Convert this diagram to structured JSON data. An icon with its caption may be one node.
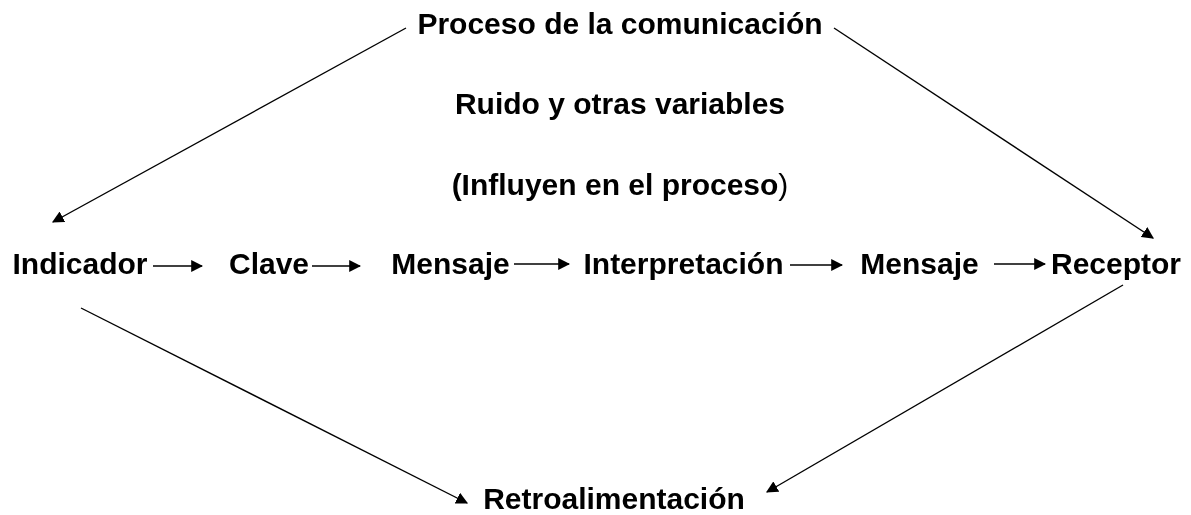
{
  "diagram": {
    "nodes": [
      {
        "text": [
          "Proceso de la comunicación"
        ]
      },
      {
        "text": [
          "Indicador"
        ]
      },
      {
        "text": [
          "Clave"
        ]
      },
      {
        "text": [
          "Mensaje"
        ]
      },
      {
        "text": [
          "Interpretación"
        ]
      },
      {
        "text": [
          "Mensaje"
        ]
      },
      {
        "text": [
          "Receptor"
        ]
      },
      {
        "text": [
          "Retroalimentación"
        ]
      }
    ],
    "edges": [
      {
        "from": 0,
        "to": 1,
        "arrow": "to"
      },
      {
        "from": 0,
        "to": 6,
        "arrow": "to"
      },
      {
        "from": 1,
        "to": 2,
        "arrow": "to"
      },
      {
        "from": 2,
        "to": 3,
        "arrow": "to"
      },
      {
        "from": 3,
        "to": 4,
        "arrow": "to"
      },
      {
        "from": 4,
        "to": 5,
        "arrow": "to"
      },
      {
        "from": 5,
        "to": 6,
        "arrow": "to"
      },
      {
        "from": 1,
        "to": 7,
        "arrow": "to"
      },
      {
        "from": 6,
        "to": 7,
        "arrow": "to"
      }
    ],
    "labels": [
      "Ruido y otras variables",
      "**(Influyen en el proceso**)"
    ]
  }
}
